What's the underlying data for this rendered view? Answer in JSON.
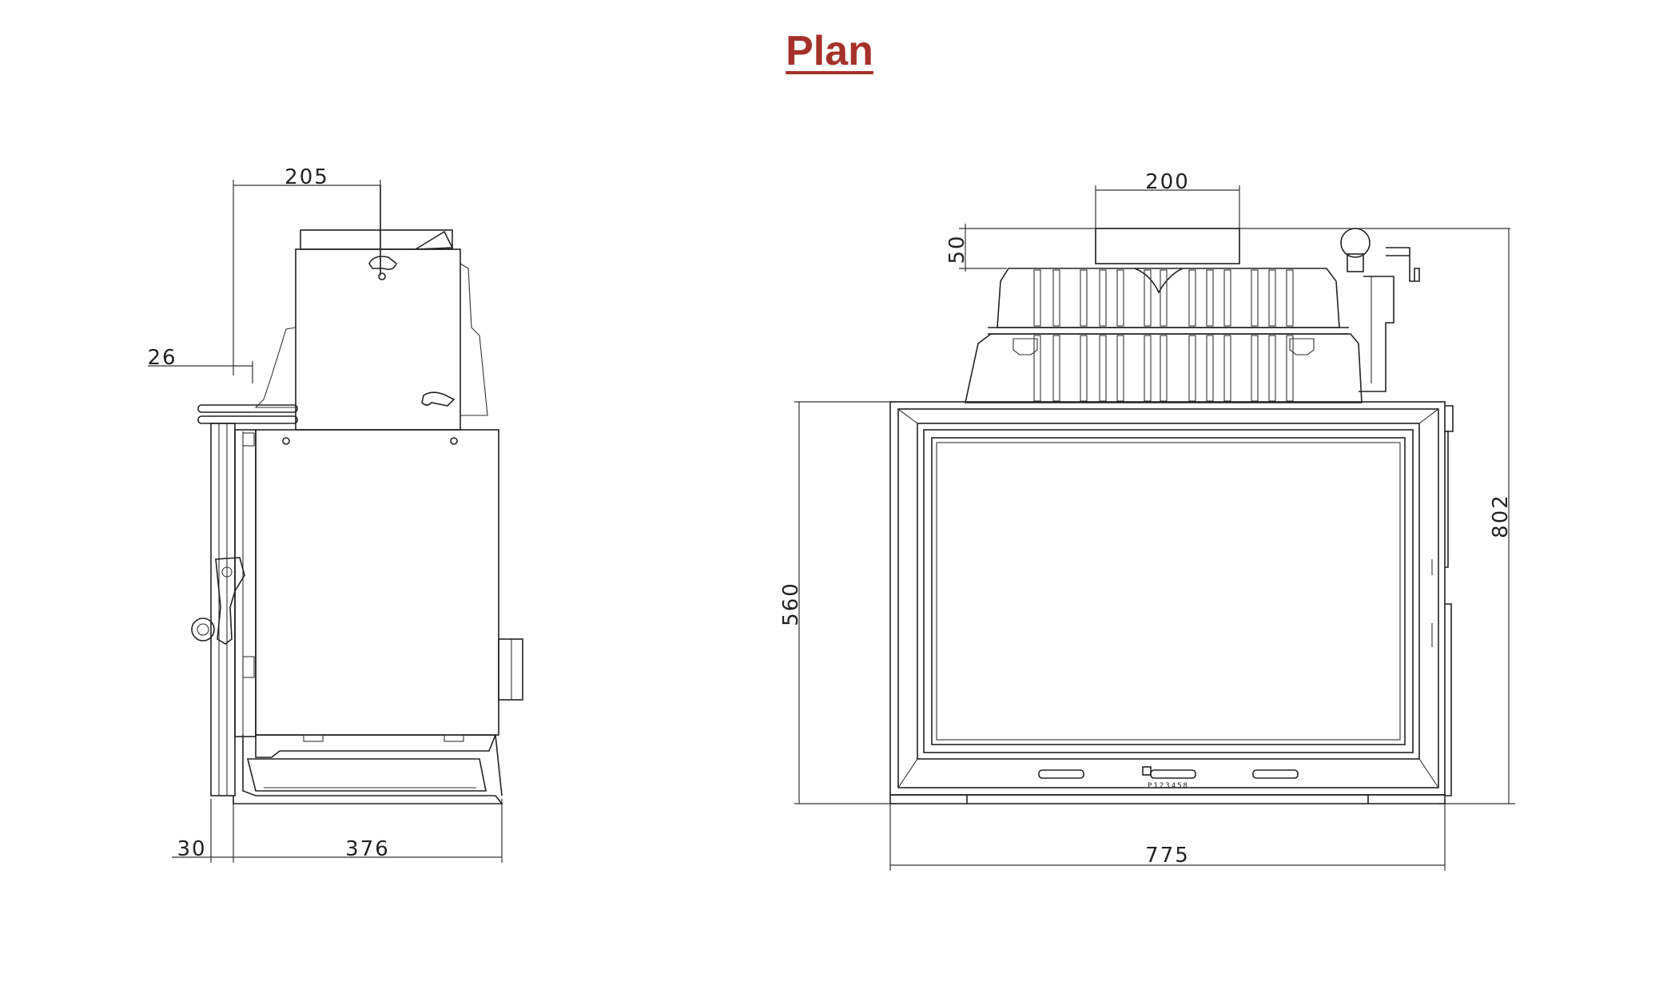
{
  "title": "Plan",
  "colors": {
    "title": "#a5322a",
    "line": "#222222"
  },
  "side_view": {
    "dims": {
      "top_width": "205",
      "side_offset": "26",
      "front_depth": "30",
      "depth": "376"
    }
  },
  "front_view": {
    "dims": {
      "flue_width": "200",
      "flue_height": "50",
      "body_height": "560",
      "total_height": "802",
      "width": "775"
    },
    "plate_text": "P123458"
  }
}
